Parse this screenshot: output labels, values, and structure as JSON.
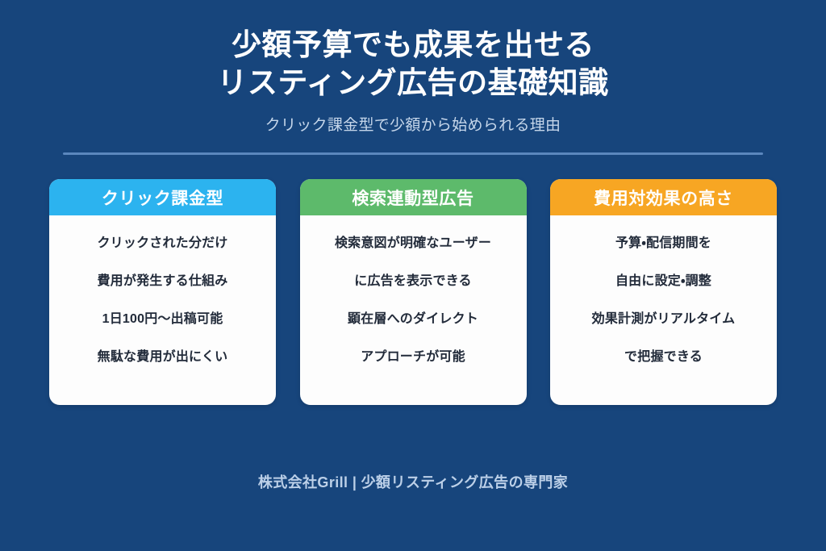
{
  "theme": {
    "background": "#17457c",
    "divider": "#5b87bd",
    "title_color": "#ffffff",
    "subtitle_color": "#c5d6ea",
    "card_background": "#fdfdfd",
    "card_text_color": "#222b3a",
    "footer_color": "#bcd0e8"
  },
  "header": {
    "title_line_1": "少額予算でも成果を出せる",
    "title_line_2": "リスティング広告の基礎知識",
    "subtitle": "クリック課金型で少額から始められる理由"
  },
  "cards": [
    {
      "heading": "クリック課金型",
      "accent": "#2cb3ef",
      "lines": [
        "クリックされた分だけ",
        "費用が発生する仕組み",
        "1日100円〜出稿可能",
        "無駄な費用が出にくい"
      ]
    },
    {
      "heading": "検索連動型広告",
      "accent": "#5dba6b",
      "lines": [
        "検索意図が明確なユーザー",
        "に広告を表示できる",
        "顕在層へのダイレクト",
        "アプローチが可能"
      ]
    },
    {
      "heading": "費用対効果の高さ",
      "accent": "#f7a623",
      "lines": [
        "予算・配信期間を",
        "自由に設定・調整",
        "効果計測がリアルタイム",
        "で把握できる"
      ]
    }
  ],
  "footer": {
    "text": "株式会社Grill | 少額リスティング広告の専門家"
  }
}
